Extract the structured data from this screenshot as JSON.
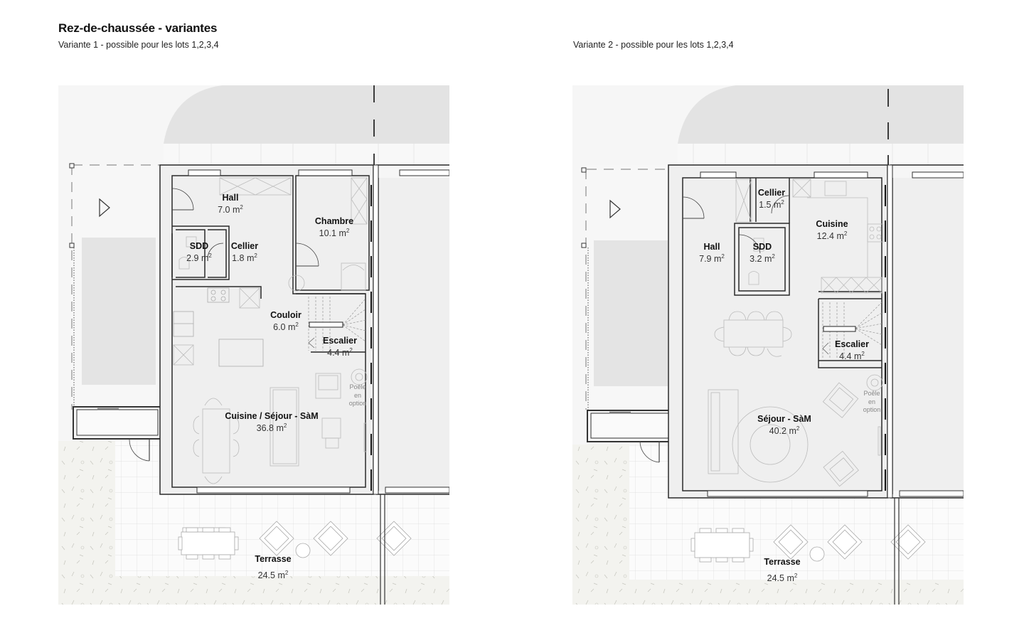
{
  "header": {
    "title": "Rez-de-chaussée - variantes"
  },
  "variants": [
    {
      "subtitle": "Variante 1 - possible pour les lots 1,2,3,4",
      "rooms": [
        {
          "name": "Hall",
          "area": "7.0",
          "unit": "m",
          "exp": "2"
        },
        {
          "name": "SDD",
          "area": "2.9",
          "unit": "m",
          "exp": "2"
        },
        {
          "name": "Cellier",
          "area": "1.8",
          "unit": "m",
          "exp": "2"
        },
        {
          "name": "Chambre",
          "area": "10.1",
          "unit": "m",
          "exp": "2"
        },
        {
          "name": "Couloir",
          "area": "6.0",
          "unit": "m",
          "exp": "2"
        },
        {
          "name": "Escalier",
          "area": "4.4",
          "unit": "m",
          "exp": "2"
        },
        {
          "name": "Cuisine / Séjour - SàM",
          "area": "36.8",
          "unit": "m",
          "exp": "2"
        },
        {
          "name": "Terrasse",
          "area": "24.5",
          "unit": "m",
          "exp": "2"
        }
      ],
      "stove_note": [
        "Poêle",
        "en",
        "option"
      ]
    },
    {
      "subtitle": "Variante 2 - possible pour les lots 1,2,3,4",
      "rooms": [
        {
          "name": "Cellier",
          "area": "1.5",
          "unit": "m",
          "exp": "2"
        },
        {
          "name": "Cuisine",
          "area": "12.4",
          "unit": "m",
          "exp": "2"
        },
        {
          "name": "Hall",
          "area": "7.9",
          "unit": "m",
          "exp": "2"
        },
        {
          "name": "SDD",
          "area": "3.2",
          "unit": "m",
          "exp": "2"
        },
        {
          "name": "Escalier",
          "area": "4.4",
          "unit": "m",
          "exp": "2"
        },
        {
          "name": "Séjour - SàM",
          "area": "40.2",
          "unit": "m",
          "exp": "2"
        },
        {
          "name": "Terrasse",
          "area": "24.5",
          "unit": "m",
          "exp": "2"
        }
      ],
      "stove_note": [
        "Poêle",
        "en",
        "option"
      ]
    }
  ],
  "colors": {
    "interior": "#efefef",
    "exterior_light": "#f5f5f5",
    "tree_canopy": "#e3e3e3",
    "parking": "#e6e6e6",
    "wall": "#2a2a2a",
    "furniture": "#b8b8b8",
    "garden": "#f3f3ef"
  }
}
